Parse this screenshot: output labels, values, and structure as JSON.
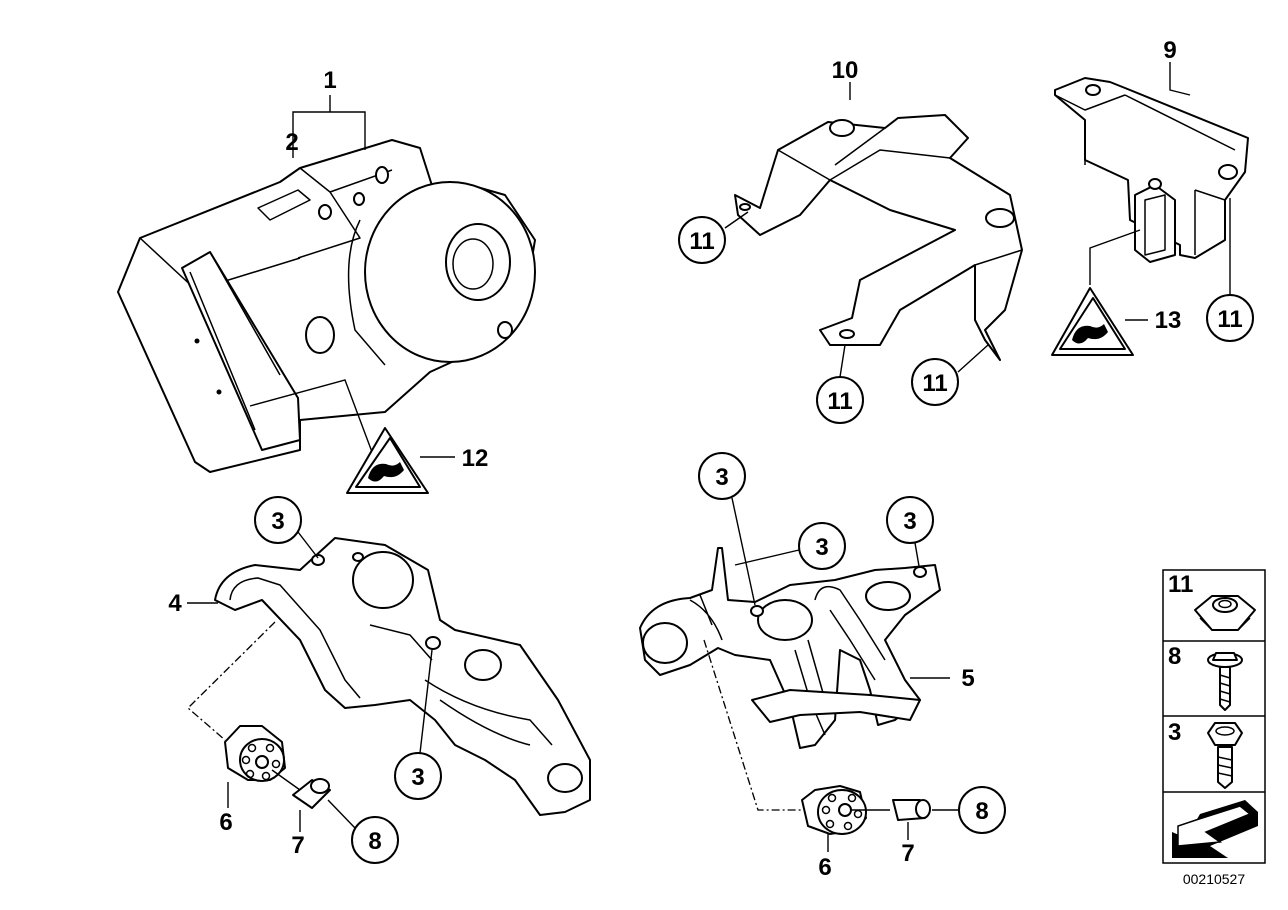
{
  "callouts": {
    "l1": "1",
    "l2": "2",
    "l3a": "3",
    "l3b": "3",
    "l3c": "3",
    "l3d": "3",
    "l3e": "3",
    "l4": "4",
    "l5": "5",
    "l6a": "6",
    "l6b": "6",
    "l7a": "7",
    "l7b": "7",
    "l8a": "8",
    "l8b": "8",
    "l9": "9",
    "l10": "10",
    "l11a": "11",
    "l11b": "11",
    "l11c": "11",
    "l11d": "11",
    "l12": "12",
    "l13": "13"
  },
  "legend": {
    "nut_number": "11",
    "screw_number": "8",
    "bolt_number": "3"
  },
  "diagram_id": "00210527"
}
